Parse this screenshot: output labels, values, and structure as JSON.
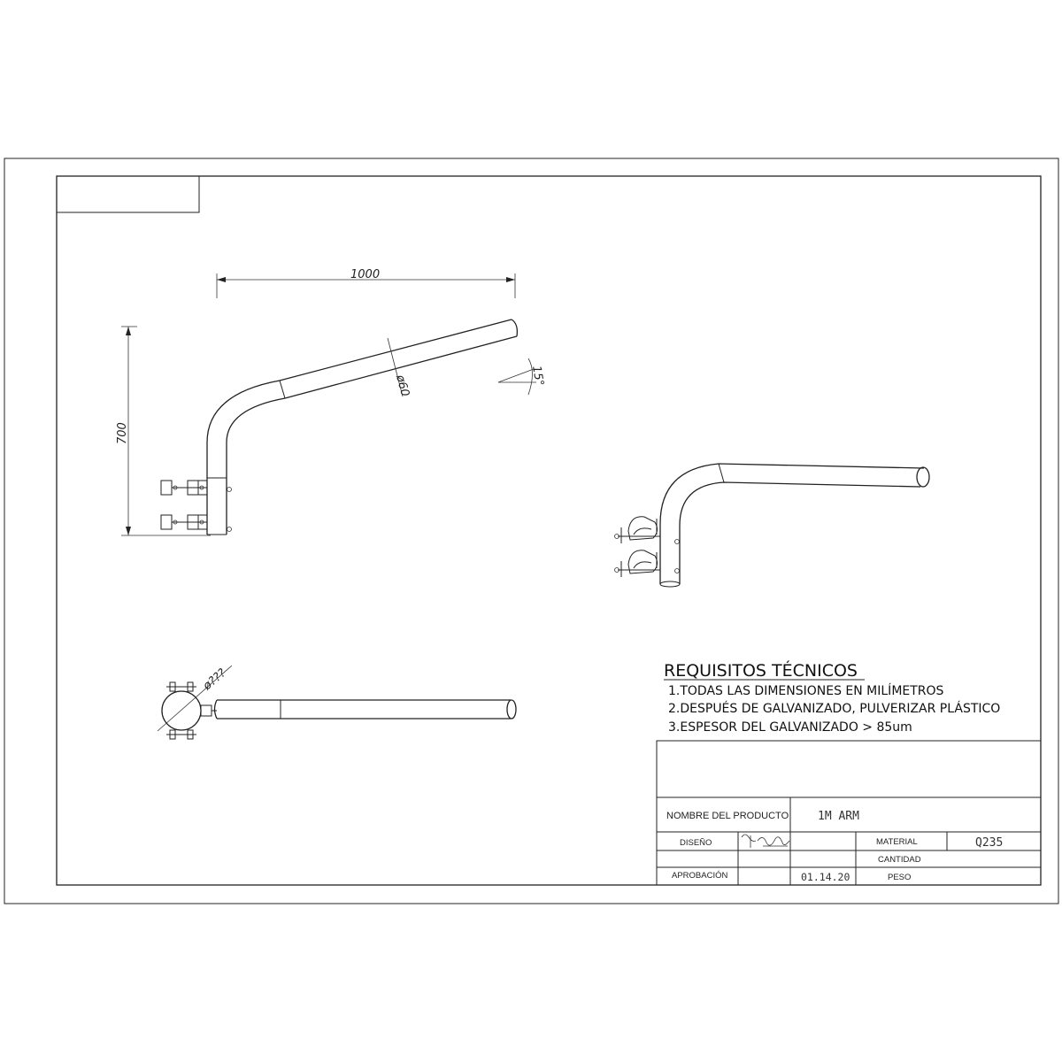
{
  "dimensions": {
    "length": "1000",
    "height": "700",
    "diameter": "ø60",
    "angle": "15°",
    "clamp_diameter": "ø???"
  },
  "requirements": {
    "title": "REQUISITOS TÉCNICOS",
    "items": [
      "1.TODAS LAS DIMENSIONES EN MILÍMETROS",
      "2.DESPUÉS DE GALVANIZADO, PULVERIZAR PLÁSTICO",
      "3.ESPESOR DEL GALVANIZADO > 85um"
    ]
  },
  "title_block": {
    "product_label": "NOMBRE DEL PRODUCTO",
    "product_value": "1M ARM",
    "design_label": "DISEÑO",
    "material_label": "MATERIAL",
    "material_value": "Q235",
    "quantity_label": "CANTIDAD",
    "approval_label": "APROBACIÓN",
    "date_value": "01.14.20",
    "weight_label": "PESO"
  }
}
